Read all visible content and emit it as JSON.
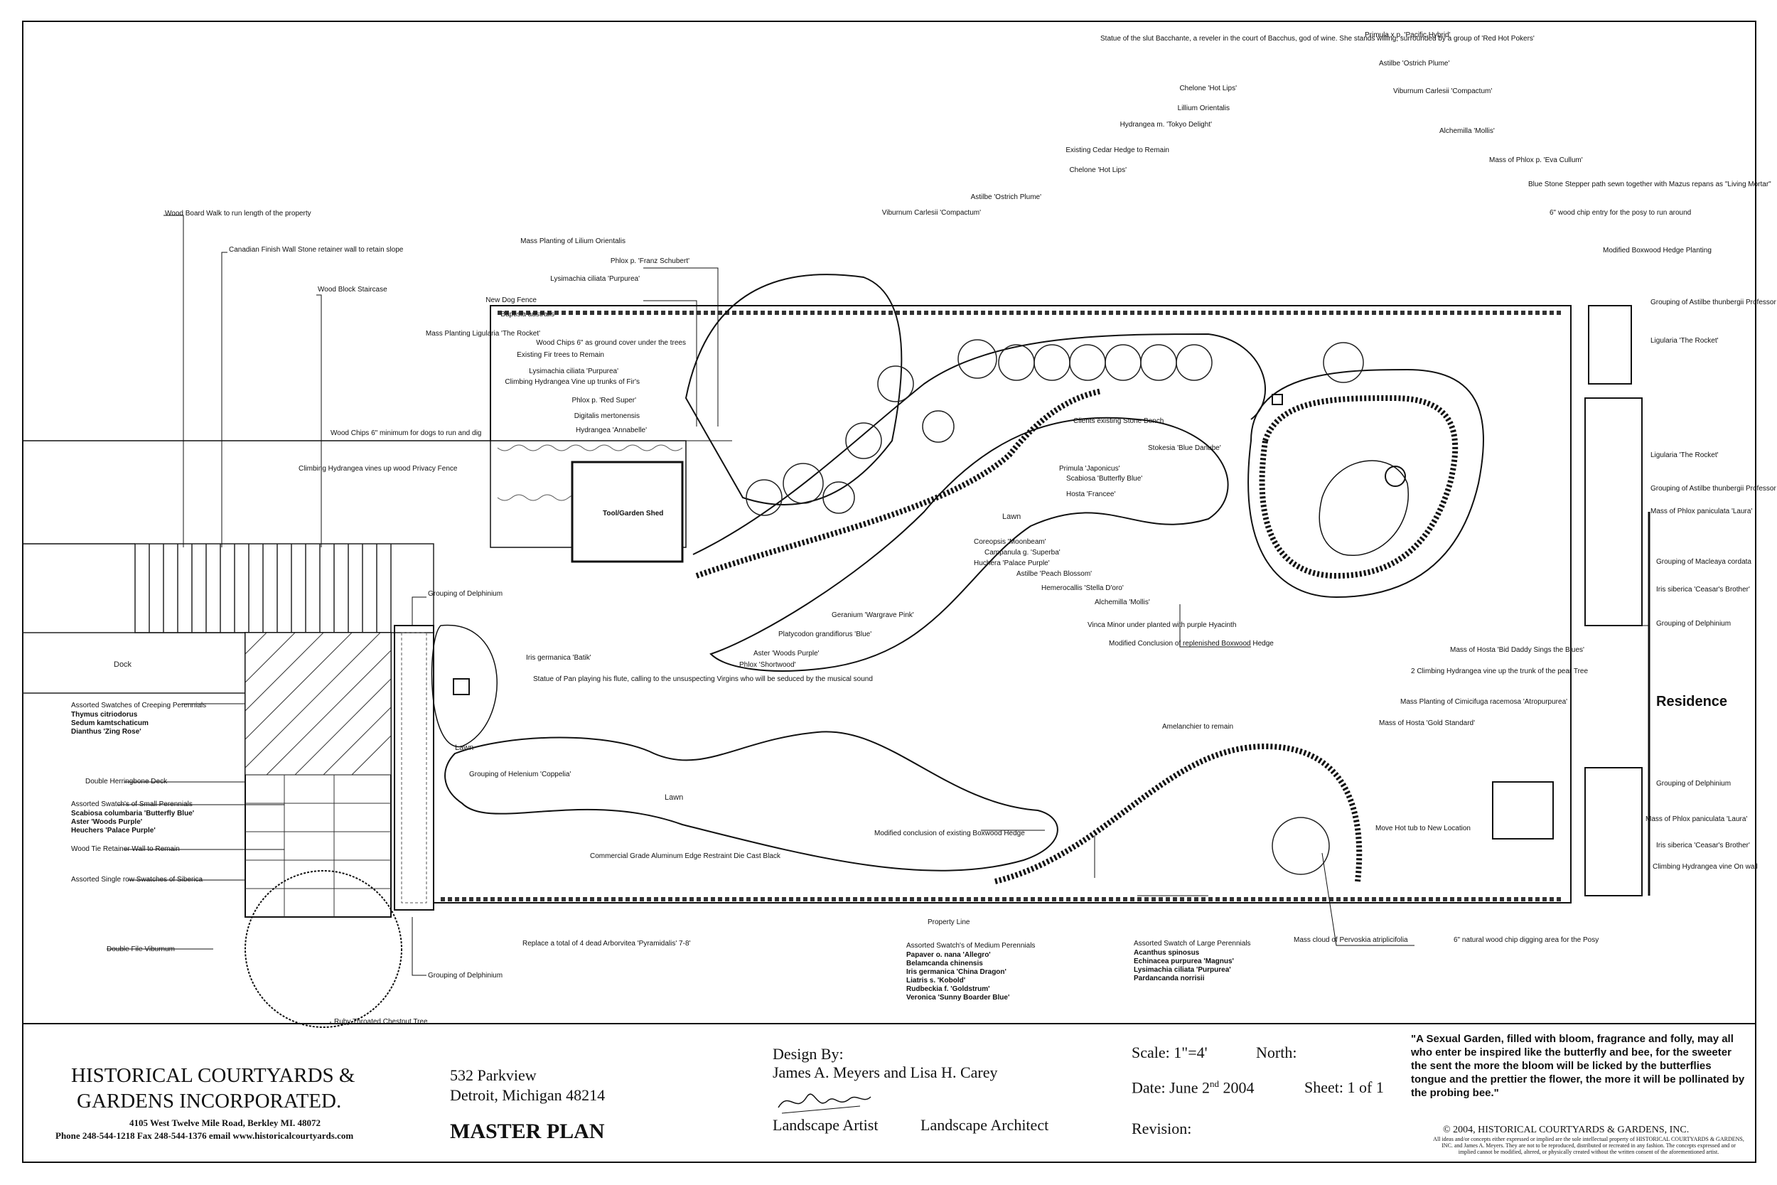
{
  "plan": {
    "areas": {
      "shed": "Tool/Garden Shed",
      "residence": "Residence",
      "dock": "Dock",
      "lawn": "Lawn"
    },
    "labels_left": [
      "Wood Board Walk to run length of the property",
      "Canadian Finish Wall Stone retainer wall to retain slope",
      "Wood Block Staircase",
      "Wood Chips 6\" minimum for dogs to run and dig",
      "Climbing Hydrangea vines up wood Privacy Fence",
      "Assorted Swatches of Creeping Perennials",
      "Double Herringbone Deck",
      "Assorted Swatch's of Small Perennials",
      "Wood Tie Retainer Wall to Remain",
      "Assorted Single row Swatches of Siberica",
      "Double File Viburnum"
    ],
    "creeping_perennials": [
      "Thymus citriodorus",
      "Sedum kamtschaticum",
      "Dianthus 'Zing Rose'"
    ],
    "small_perennials": [
      "Scabiosa columbaria 'Butterfly Blue'",
      "Aster 'Woods Purple'",
      "Heuchers 'Palace Purple'"
    ],
    "labels_upper_left": [
      "Mass Planting of Lilium Orientalis",
      "Phlox p. 'Franz Schubert'",
      "Lysimachia ciliata 'Purpurea'",
      "New Dog Fence",
      "Baptisia australis",
      "Mass Planting Ligularia 'The Rocket'",
      "Wood Chips 6\" as ground cover under the trees",
      "Existing Fir trees to Remain",
      "Lysimachia ciliata 'Purpurea'",
      "Climbing Hydrangea Vine up trunks of Fir's",
      "Phlox p. 'Red Super'",
      "Digitalis mertonensis",
      "Hydrangea 'Annabelle'"
    ],
    "labels_top": [
      "Statue of the slut Bacchante, a reveler in the court of Bacchus, god of wine. She stands willing, surrounded by a group of 'Red Hot Pokers'",
      "Chelone 'Hot Lips'",
      "Lillium Orientalis",
      "Hydrangea m. 'Tokyo Delight'",
      "Existing Cedar Hedge to Remain",
      "Chelone 'Hot Lips'",
      "Astilbe 'Ostrich Plume'",
      "Viburnum Carlesii 'Compactum'"
    ],
    "labels_top_right": [
      "Primula x p. 'Pacific Hybrid'",
      "Astilbe 'Ostrich Plume'",
      "Viburnum Carlesii 'Compactum'",
      "Alchemilla 'Mollis'",
      "Mass of Phlox p. 'Eva Cullum'",
      "Blue Stone Stepper path sewn together with Mazus repans as \"Living Mortar\"",
      "6\" wood chip entry for the posy to run around",
      "Modified Boxwood Hedge Planting"
    ],
    "labels_right": [
      "Grouping of Astilbe thunbergii Professor Van Der Wielen",
      "Ligularia 'The Rocket'",
      "Ligularia 'The Rocket'",
      "Grouping of Astilbe thunbergii Professor Van Der Wielen",
      "Mass of Phlox paniculata 'Laura'",
      "Grouping of Macleaya cordata",
      "Iris siberica 'Ceasar's Brother'",
      "Grouping of Delphinium",
      "Grouping of Delphinium",
      "Mass of Phlox paniculata 'Laura'",
      "Iris siberica 'Ceasar's Brother'",
      "Climbing Hydrangea vine On wall"
    ],
    "labels_center": [
      "Clients existing Stone Bench",
      "Stokesia 'Blue Danube'",
      "Primula 'Japonicus'",
      "Scabiosa 'Butterfly Blue'",
      "Hosta 'Francee'",
      "Coreopsis 'Moonbeam'",
      "Campanula g. 'Superba'",
      "Huchera 'Palace Purple'",
      "Astilbe 'Peach Blossom'",
      "Hemerocallis 'Stella D'oro'",
      "Alchemilla 'Mollis'",
      "Geranium 'Wargrave Pink'",
      "Platycodon grandiflorus 'Blue'",
      "Vinca Minor under planted with purple Hyacinth",
      "Modified Conclusion of replenished Boxwood Hedge",
      "Aster 'Woods Purple'",
      "Phlox 'Shortwood'",
      "Grouping of Delphinium",
      "Iris germanica 'Batik'",
      "Statue of Pan playing his flute, calling to the unsuspecting Virgins who will be seduced by the musical sound"
    ],
    "labels_center_right": [
      "Mass of Hosta 'Bid Daddy Sings the Blues'",
      "2 Climbing Hydrangea vine up the trunk of the pear Tree",
      "Mass Planting of Cimicifuga racemosa 'Atropurpurea'",
      "Mass of Hosta 'Gold Standard'",
      "Amelanchier to remain",
      "Move Hot tub to New Location"
    ],
    "labels_lower": [
      "Grouping of Helenium 'Coppelia'",
      "Modified conclusion of existing Boxwood Hedge",
      "Commercial Grade Aluminum Edge Restraint Die Cast Black",
      "Replace a total of 4 dead Arborvitea 'Pyramidalis' 7-8'",
      "Property Line",
      "Assorted Swatch's of Medium Perennials",
      "Assorted Swatch of Large Perennials",
      "Mass cloud of Pervoskia atriplicifolia",
      "6\" natural wood chip digging area for the Posy",
      "Grouping of Delphinium",
      "Ruby Throated Chestnut Tree"
    ],
    "medium_perennials": [
      "Papaver o. nana 'Allegro'",
      "Belamcanda chinensis",
      "Iris germanica 'China Dragon'",
      "Liatris s. 'Kobold'",
      "Rudbeckia f. 'Goldstrum'",
      "Veronica 'Sunny Boarder Blue'"
    ],
    "large_perennials": [
      "Acanthus spinosus",
      "Echinacea purpurea 'Magnus'",
      "Lysimachia ciliata 'Purpurea'",
      "Pardancanda norrisii"
    ]
  },
  "title_block": {
    "company_line1": "HISTORICAL COURTYARDS &",
    "company_line2": "GARDENS INCORPORATED.",
    "company_address": "4105 West Twelve Mile Road, Berkley MI. 48072",
    "company_phone": "Phone 248-544-1218   Fax  248-544-1376   email www.historicalcourtyards.com",
    "address_line1": "532 Parkview",
    "address_line2": "Detroit, Michigan 48214",
    "plan_title": "MASTER PLAN",
    "design_by": "Design By:",
    "designers": "James A. Meyers and  Lisa H. Carey",
    "role1": "Landscape Artist",
    "role2": "Landscape Architect",
    "scale": "Scale: 1\"=4'",
    "north": "North:",
    "date_prefix": "Date: June 2",
    "date_sup": "nd",
    "date_suffix": " 2004",
    "sheet": "Sheet: 1 of 1",
    "revision": "Revision:",
    "quote": "\"A Sexual Garden, filled with bloom, fragrance and folly, may all who enter be inspired like the butterfly and bee, for the sweeter the sent the more the bloom will be licked by the butterflies tongue and the prettier the flower, the more it will be pollinated by the probing bee.\"",
    "copyright": "© 2004, HISTORICAL COURTYARDS & GARDENS, INC.",
    "fine_print": "All ideas and/or concepts either expressed or implied are the sole intellectual property of HISTORICAL COURTYARDS & GARDENS, INC. and James A. Meyers. They are not to be reproduced, distributed or recreated in any fashion. The concepts expressed and or implied cannot be modified, altered, or physically created without the written consent of the aforementioned artist."
  }
}
